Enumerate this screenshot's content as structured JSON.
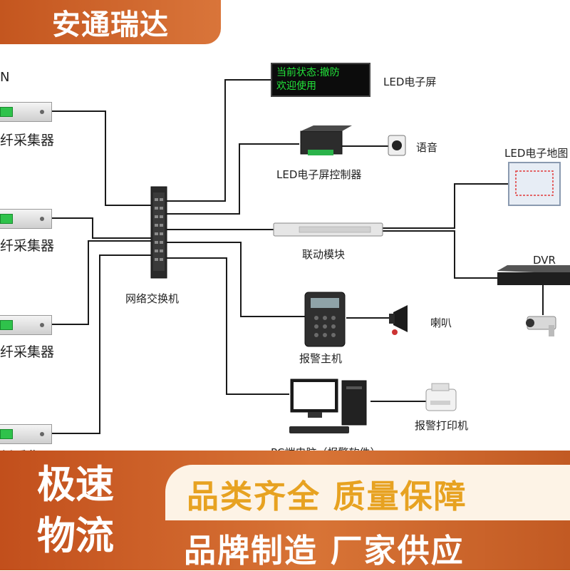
{
  "brand": {
    "title": "安通瑞达"
  },
  "left_fragment": "N",
  "collectors": [
    {
      "label": "纤采集器"
    },
    {
      "label": "纤采集器"
    },
    {
      "label": "纤采集器"
    },
    {
      "label": "纤采集器"
    }
  ],
  "switch": {
    "label": "网络交换机"
  },
  "led_screen": {
    "line1": "当前状态:撤防",
    "line2": "欢迎使用",
    "label": "LED电子屏"
  },
  "led_controller": {
    "label": "LED电子屏控制器"
  },
  "voice": {
    "label": "语音"
  },
  "led_map": {
    "label": "LED电子地图"
  },
  "linkage_module": {
    "label": "联动模块"
  },
  "dvr": {
    "label": "DVR"
  },
  "alarm_host": {
    "label": "报警主机"
  },
  "horn": {
    "label": "喇叭"
  },
  "pc": {
    "label": "PC端电脑（报警软件）"
  },
  "printer": {
    "label": "报警打印机"
  },
  "promo": {
    "left_line1": "极速",
    "left_line2": "物流",
    "slogan1": "品类齐全 质量保障",
    "slogan2": "品牌制造 厂家供应"
  },
  "colors": {
    "brand": "#c4561f",
    "accent": "#e7a221",
    "led_text": "#22e33a"
  }
}
